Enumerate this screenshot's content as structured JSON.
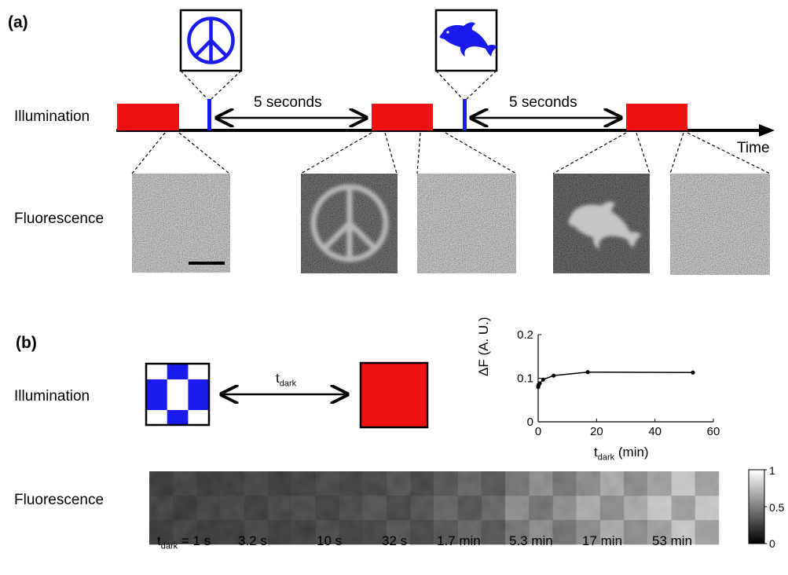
{
  "panel_a": {
    "label": "(a)",
    "illumination_label": "Illumination",
    "fluorescence_label": "Fluorescence",
    "time_label": "Time",
    "interval_labels": [
      "5 seconds",
      "5 seconds"
    ],
    "pattern_icons": [
      "peace-symbol-icon",
      "dolphin-icon"
    ]
  },
  "panel_b": {
    "label": "(b)",
    "illumination_label": "Illumination",
    "fluorescence_label": "Fluorescence",
    "tdark_symbol": "t",
    "tdark_sub": "dark",
    "tdark_prefix": "= 1 s",
    "tdark_values": [
      "3.2 s",
      "10 s",
      "32 s",
      "1.7 min",
      "5.3 min",
      "17 min",
      "53 min"
    ],
    "frame_brightness": [
      0.18,
      0.2,
      0.22,
      0.26,
      0.34,
      0.52,
      0.66,
      0.78
    ],
    "colorbar_ticks": [
      "1",
      "0.5",
      "0"
    ]
  },
  "chart_data": {
    "type": "line",
    "ylabel": "ΔF (A. U.)",
    "xlabel_main": "t",
    "xlabel_sub": "dark",
    "xlabel_unit": "(min)",
    "x": [
      0.017,
      0.053,
      0.17,
      0.53,
      1.7,
      5.3,
      17,
      53
    ],
    "y": [
      0.08,
      0.082,
      0.085,
      0.088,
      0.097,
      0.106,
      0.114,
      0.113
    ],
    "xlim": [
      0,
      60
    ],
    "ylim": [
      0,
      0.2
    ],
    "xticks": [
      "0",
      "20",
      "40",
      "60"
    ],
    "yticks": [
      "0",
      "0.1",
      "0.2"
    ]
  },
  "colors": {
    "pulse_red": "#ee1111",
    "pulse_blue": "#1a1aee"
  }
}
